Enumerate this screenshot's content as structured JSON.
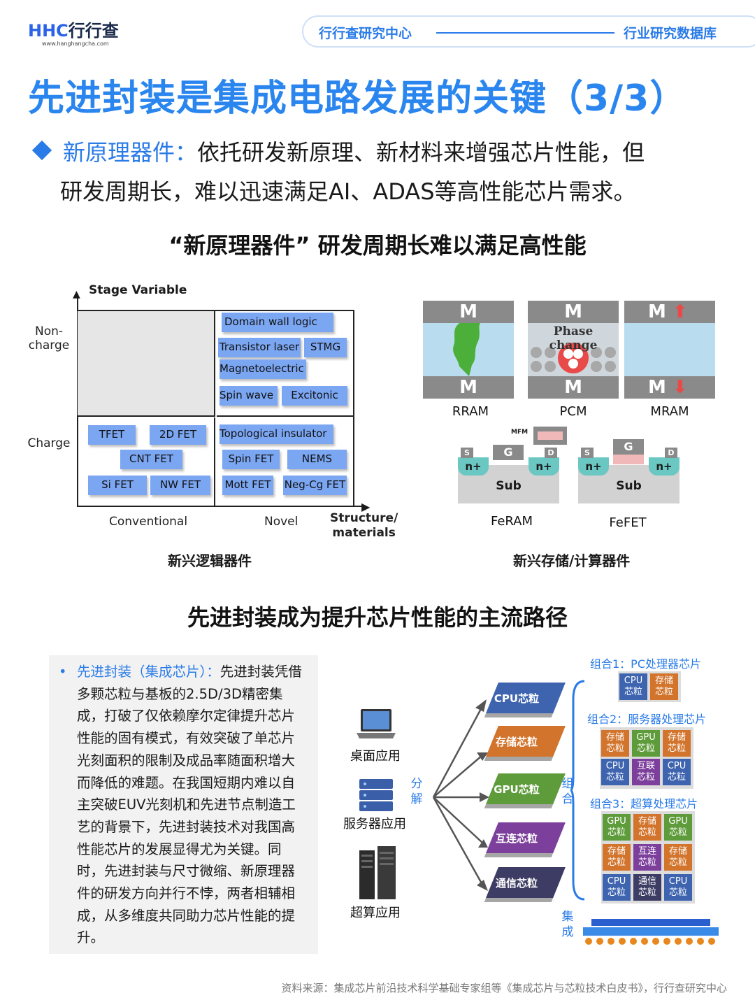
{
  "header": {
    "logo_text": "HHC",
    "logo_cn": "行行查",
    "logo_url": "www.hanghangcha.com",
    "left_label": "行行查研究中心",
    "right_label": "行业研究数据库"
  },
  "title": "先进封装是集成电路发展的关键（3/3）",
  "intro": {
    "keyword": "新原理器件：",
    "line1_rest": "依托研发新原理、新材料来增强芯片性能，但",
    "line2": "研发周期长，难以迅速满足AI、ADAS等高性能芯片需求。"
  },
  "section1_title": "“新原理器件” 研发周期长难以满足高性能",
  "logic_chart": {
    "y_axis_title": "Stage Variable",
    "y_label_top": "Non-\ncharge",
    "y_label_bottom": "Charge",
    "x_label_left": "Conventional",
    "x_label_right": "Novel",
    "x_axis_title": "Structure/\nmaterials",
    "chips": [
      "Domain wall logic",
      "Transistor laser",
      "STMG",
      "Magnetoelectric",
      "Spin wave",
      "Excitonic",
      "TFET",
      "2D FET",
      "CNT FET",
      "Si FET",
      "NW FET",
      "Topological insulator",
      "Spin FET",
      "NEMS",
      "Mott FET",
      "Neg-Cg FET"
    ],
    "caption": "新兴逻辑器件",
    "chip_color": "#7ba6f2"
  },
  "memory_devices": {
    "metal_label": "M",
    "phase_change": "Phase change",
    "labels": [
      "RRAM",
      "PCM",
      "MRAM",
      "FeRAM",
      "FeFET"
    ],
    "fe_labels": {
      "gate": "G",
      "source": "S",
      "drain": "D",
      "nplus": "n+",
      "sub": "Sub",
      "mfm": "MFM"
    },
    "caption": "新兴存储/计算器件"
  },
  "section2_title": "先进封装成为提升芯片性能的主流路径",
  "textbox": {
    "bullet": "•",
    "keyword": "先进封装（集成芯片）：",
    "body": "先进封装凭借多颗芯粒与基板的2.5D/3D精密集成，打破了仅依赖摩尔定律提升芯片性能的固有模式，有效突破了单芯片光刻面积的限制及成品率随面积增大而降低的难题。在我国短期内难以自主突破EUV光刻机和先进节点制造工艺的背景下，先进封装技术对我国高性能芯片的发展显得尤为关键。同时，先进封装与尺寸微缩、新原理器件的研发方向并行不悖，两者相辅相成，从多维度共同助力芯片性能的提升。"
  },
  "chiplet_diagram": {
    "apps": [
      "桌面应用",
      "服务器应用",
      "超算应用"
    ],
    "decompose": "分\n解",
    "combine": "组\n合",
    "integrate": "集\n成",
    "dies": [
      "CPU芯粒",
      "存储芯粒",
      "GPU芯粒",
      "互连芯粒",
      "通信芯粒"
    ],
    "die_colors": [
      "#3e64b0",
      "#d2742c",
      "#5e9b3a",
      "#7c3f9c",
      "#3c3c64"
    ],
    "groups": [
      {
        "title": "组合1：PC处理器芯片",
        "tiles": [
          [
            "CPU\n芯粒",
            "存储\n芯粒"
          ]
        ]
      },
      {
        "title": "组合2：服务器处理芯片",
        "tiles": [
          [
            "存储\n芯粒",
            "GPU\n芯粒",
            "存储\n芯粒"
          ],
          [
            "CPU\n芯粒",
            "互联\n芯粒",
            "CPU\n芯粒"
          ]
        ]
      },
      {
        "title": "组合3：超算处理芯片",
        "tiles": [
          [
            "GPU\n芯粒",
            "存储\n芯粒",
            "GPU\n芯粒"
          ],
          [
            "存储\n芯粒",
            "互连\n芯粒",
            "存储\n芯粒"
          ],
          [
            "CPU\n芯粒",
            "通信\n芯粒",
            "CPU\n芯粒"
          ]
        ]
      }
    ]
  },
  "source": "资料来源：集成芯片前沿技术科学基础专家组等《集成芯片与芯粒技术白皮书》，行行查研究中心"
}
